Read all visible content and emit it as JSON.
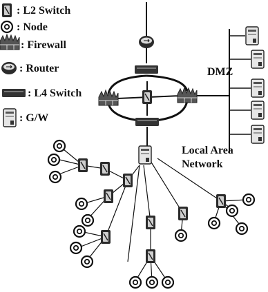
{
  "legend": {
    "l2_switch": ": L2 Switch",
    "node": ": Node",
    "firewall": ": Firewall",
    "router": ": Router",
    "l4_switch": ": L4 Switch",
    "gateway": ": G/W"
  },
  "zones": {
    "dmz": "DMZ",
    "lan_line1": "Local Area",
    "lan_line2": "Network"
  },
  "icons": {
    "l2_switch": "l2-switch-icon",
    "node": "node-icon",
    "firewall": "firewall-icon",
    "router": "router-icon",
    "l4_switch": "l4-switch-icon",
    "gateway": "gateway-server-icon"
  }
}
